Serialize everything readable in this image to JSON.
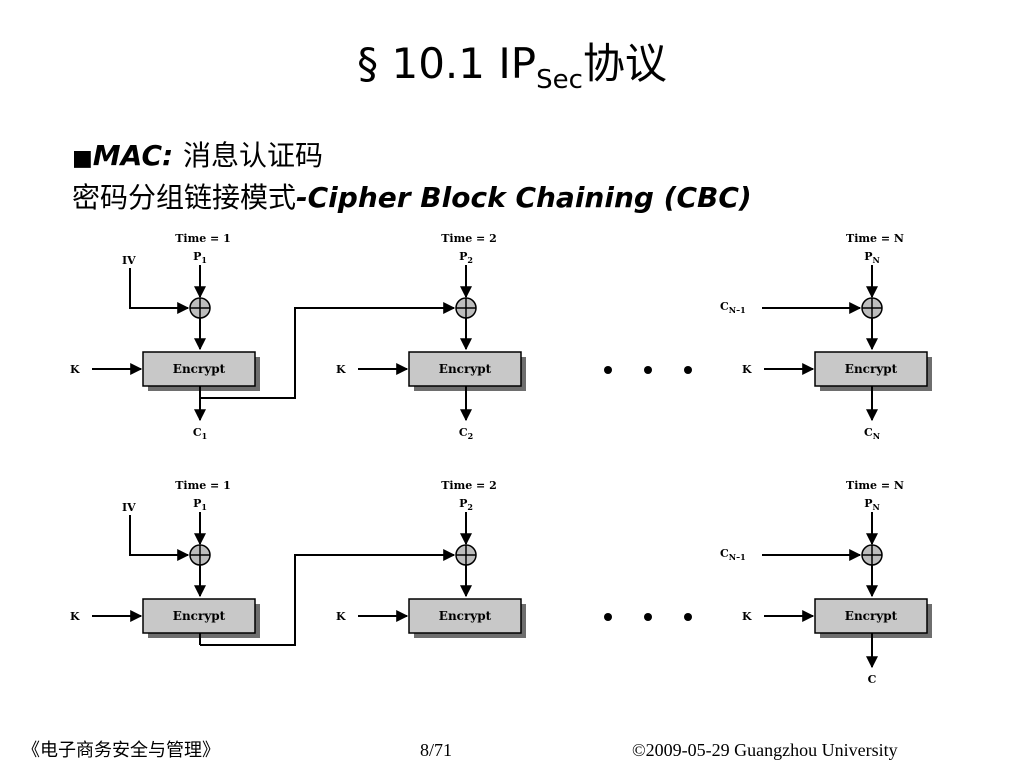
{
  "slide": {
    "section_mark": "§",
    "title_main": "10.1 IP",
    "title_sub": "Sec",
    "title_rest": "协议",
    "line1_bullet": "■",
    "line1_mac": "MAC:",
    "line1_text": "消息认证码",
    "line2_cn": "密码分组链接模式",
    "line2_en": "-Cipher Block Chaining (CBC)"
  },
  "diagram": {
    "rows": [
      {
        "stages": [
          {
            "time": "Time = 1",
            "p_base": "P",
            "p_sub": "1",
            "chain_in": "IV",
            "k": "K",
            "box": "Encrypt",
            "c_base": "C",
            "c_sub": "1"
          },
          {
            "time": "Time = 2",
            "p_base": "P",
            "p_sub": "2",
            "chain_in": "",
            "k": "K",
            "box": "Encrypt",
            "c_base": "C",
            "c_sub": "2"
          },
          {
            "time": "Time = N",
            "p_base": "P",
            "p_sub": "N",
            "chain_in_base": "C",
            "chain_in_sub": "N–1",
            "k": "K",
            "box": "Encrypt",
            "c_base": "C",
            "c_sub": "N"
          }
        ]
      },
      {
        "stages": [
          {
            "time": "Time = 1",
            "p_base": "P",
            "p_sub": "1",
            "chain_in": "IV",
            "k": "K",
            "box": "Encrypt"
          },
          {
            "time": "Time = 2",
            "p_base": "P",
            "p_sub": "2",
            "chain_in": "",
            "k": "K",
            "box": "Encrypt"
          },
          {
            "time": "Time = N",
            "p_base": "P",
            "p_sub": "N",
            "chain_in_base": "C",
            "chain_in_sub": "N–1",
            "k": "K",
            "box": "Encrypt",
            "c_base": "C",
            "c_sub": ""
          }
        ]
      }
    ]
  },
  "footer": {
    "left": "《电子商务安全与管理》",
    "center": "8/71",
    "right": "©2009-05-29  Guangzhou University"
  }
}
